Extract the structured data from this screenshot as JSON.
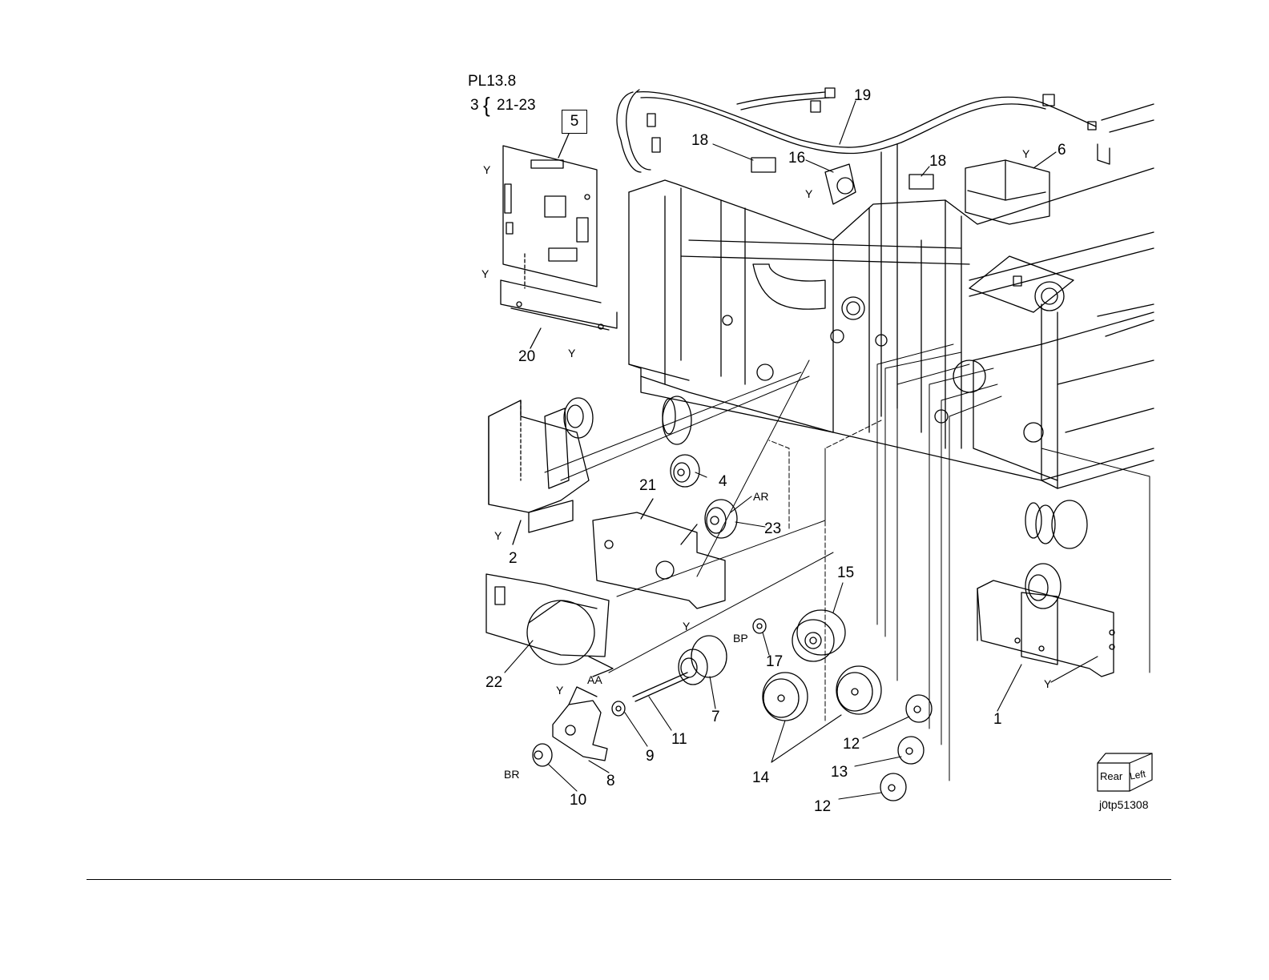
{
  "figure": {
    "header": {
      "ref": "PL13.8",
      "group_prefix": "3",
      "group_brace": "{",
      "group_range": "21-23"
    },
    "code": "j0tp51308",
    "orientation": {
      "rear": "Rear",
      "left": "Left"
    }
  },
  "labels": {
    "p1": "1",
    "p2": "2",
    "p4": "4",
    "p5": "5",
    "p6": "6",
    "p7": "7",
    "p8": "8",
    "p9": "9",
    "p10": "10",
    "p11": "11",
    "p12a": "12",
    "p12b": "12",
    "p13": "13",
    "p14": "14",
    "p15": "15",
    "p16": "16",
    "p17": "17",
    "p18a": "18",
    "p18b": "18",
    "p19": "19",
    "p20": "20",
    "p21": "21",
    "p22": "22",
    "p23": "23"
  },
  "markers": {
    "y": "Y",
    "ar": "AR",
    "bp": "BP",
    "br": "BR",
    "aa": "AA"
  }
}
